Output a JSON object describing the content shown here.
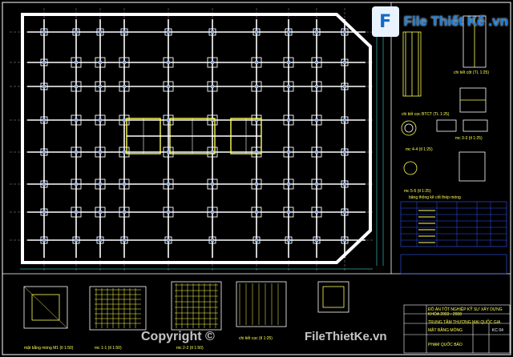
{
  "watermark": {
    "logo_glyph": "F",
    "brand": "File Thiết Kế .vn",
    "copyright_left": "Copyright ©",
    "copyright_right": "FileThietKe.vn"
  },
  "title_block": {
    "line1": "ĐỒ ÁN TỐT NGHIỆP KỸ SƯ XÂY DỰNG",
    "line2": "KHÓA 2003 - 2008",
    "line3": "TRUNG TÂM THƯƠNG MẠI QUỐC GIA",
    "line4": "MẶT BẰNG MÓNG",
    "sheet": "KC 04",
    "line5": "PHẠM QUỐC BẢO"
  },
  "labels": {
    "detail_a": "chi tiết cọc BTCT (TL 1:25)",
    "section_44": "mc 4-4 (tl 1:25)",
    "section_33": "mc 3-3 (tl 1:25)",
    "section_55": "mc 5-5 (tl 1:25)",
    "detail_col": "chi tiết cột (TL 1:25)",
    "pile_plan": "mặt bằng móng M1 (tl 1:50)",
    "sec_11": "mc 1-1 (tl 1:50)",
    "sec_22": "mc 2-2 (tl 1:50)",
    "pile_detail": "chi tiết cọc (tl 1:25)",
    "steel_table": "bảng thống kê cốt thép móng"
  },
  "colors": {
    "background": "#000000",
    "frame": "#ffffff",
    "grid": "#cfcfcf",
    "beam": "#ffffff",
    "column": "#8ab4ff",
    "rebar": "#ffff55",
    "dim": "#55ffff",
    "table": "#3355ff"
  }
}
